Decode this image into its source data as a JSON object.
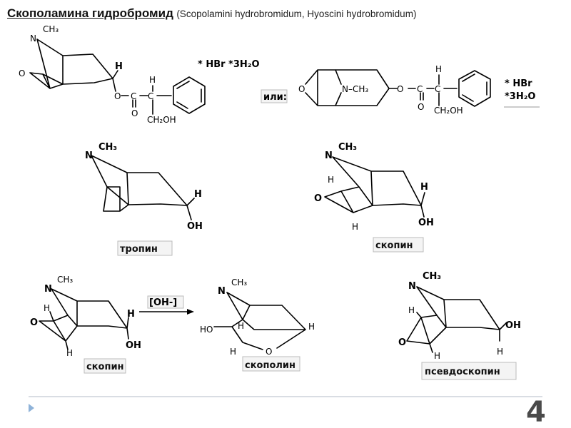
{
  "title": {
    "main": "Скополамина гидробромид",
    "sub": "(Scopolamini hydrobromidum, Hyoscini hydrobromidum)"
  },
  "atoms": {
    "N": "N",
    "CH3": "CH₃",
    "NCH3": "N–CH₃",
    "H": "H",
    "O": "O",
    "OH": "OH",
    "HO": "HO",
    "C": "C",
    "CH2OH": "CH₂OH"
  },
  "salt": {
    "first": "* HBr *3H₂O",
    "hbr": "* HBr",
    "water": "*3H₂O"
  },
  "or_label": "или:",
  "reagent": "[OH-]",
  "names": {
    "tropine": "тропин",
    "scopine_top": "скопин",
    "scopine_bottom": "скопин",
    "scopoline": "скополин",
    "pseudoscopine": "псевдоскопин"
  },
  "page_number": "4",
  "colors": {
    "accent": "#8fb3d9",
    "divider": "#d9dde3",
    "page_number": "#4a4a4a"
  }
}
